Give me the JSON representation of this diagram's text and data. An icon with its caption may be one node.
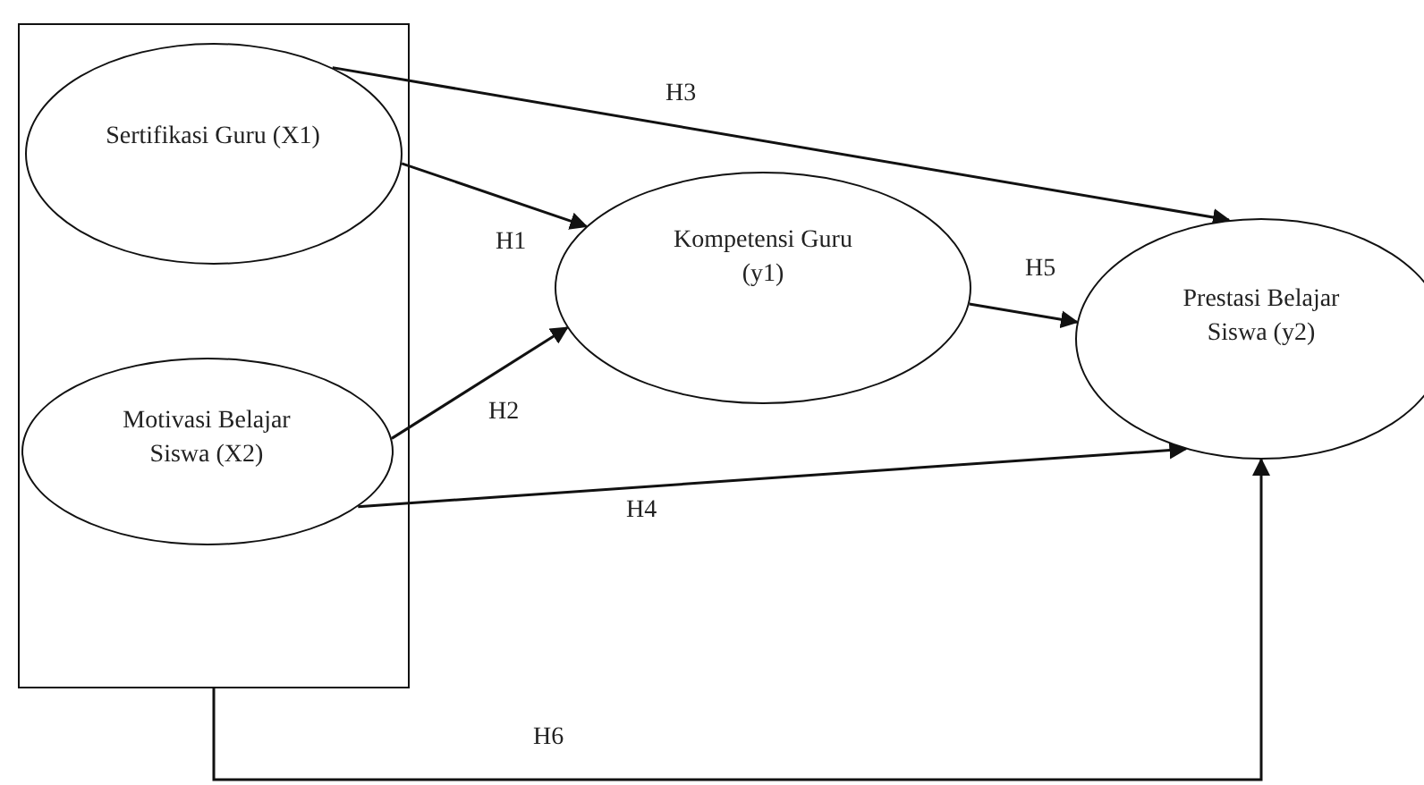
{
  "diagram": {
    "nodes": [
      {
        "text": [],
        "shape": "box"
      },
      {
        "text": [
          "Sertifikasi Guru (X1)"
        ],
        "in": 0
      },
      {
        "text": [
          "Motivasi Belajar Siswa (X2)"
        ],
        "in": 0
      },
      {
        "text": [
          "Kompetensi Guru (y1)"
        ]
      },
      {
        "text": [
          "Prestasi Belajar Siswa (y2)"
        ]
      }
    ],
    "edges": [
      {
        "from": 1,
        "to": 3,
        "arrow": "to",
        "label": "H1"
      },
      {
        "from": 2,
        "to": 3,
        "arrow": "to",
        "label": "H2"
      },
      {
        "from": 1,
        "to": 4,
        "arrow": "to",
        "label": "H3"
      },
      {
        "from": 2,
        "to": 4,
        "arrow": "to",
        "label": "H4"
      },
      {
        "from": 3,
        "to": 4,
        "arrow": "to",
        "label": "H5"
      },
      {
        "from": 0,
        "to": 4,
        "arrow": "to",
        "label": "H6"
      }
    ]
  }
}
